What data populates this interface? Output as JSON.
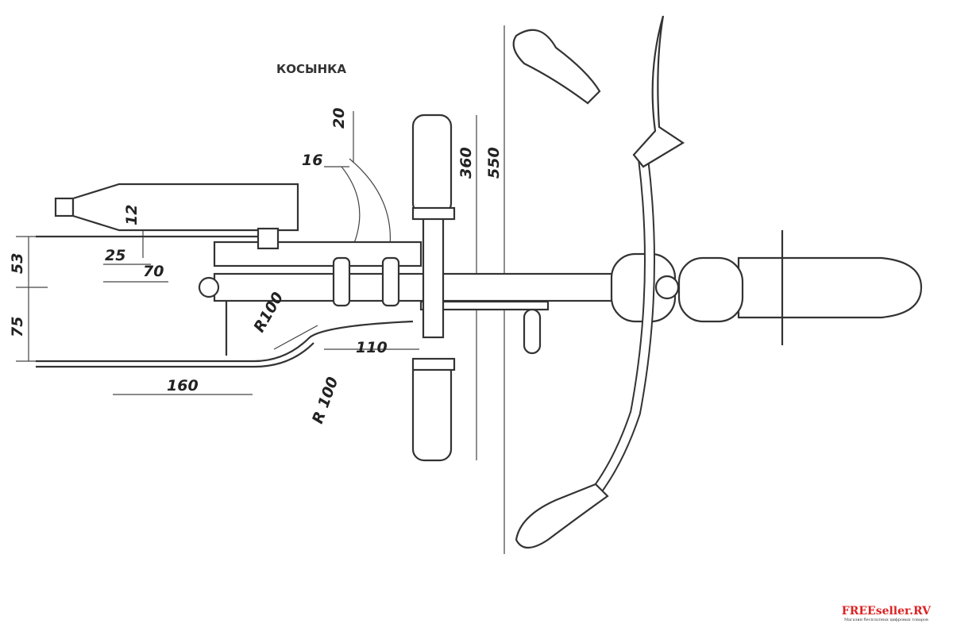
{
  "drawing": {
    "label_gusset": "КОСЫНКА",
    "dimensions": {
      "d20": "20",
      "d16": "16",
      "d12": "12",
      "d25": "25",
      "d70": "70",
      "d53": "53",
      "d75": "75",
      "d360": "360",
      "d550": "550",
      "r100_a": "R100",
      "r100_b": "R 100",
      "d110": "110",
      "d160": "160"
    }
  },
  "watermark": {
    "name": "FREEseller.RV",
    "tagline": "Магазин бесплатных цифровых товаров"
  }
}
